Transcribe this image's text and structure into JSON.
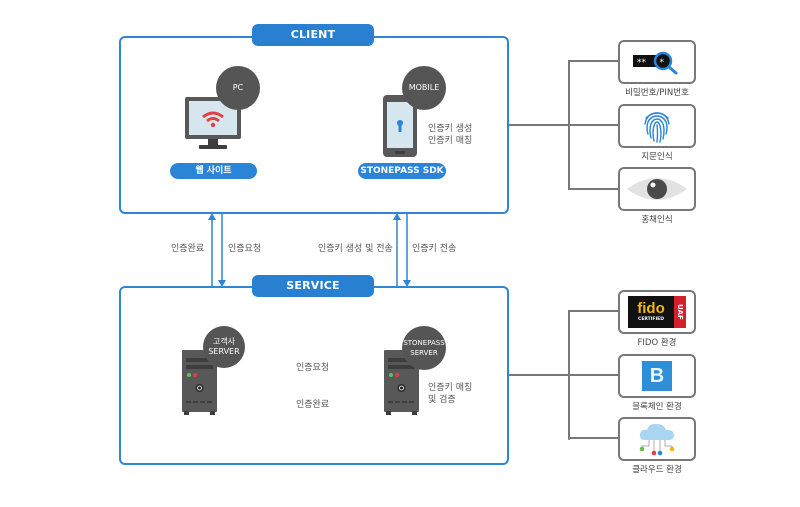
{
  "client": {
    "title": "CLIENT",
    "pc": {
      "badge": "PC",
      "label": "웹 사이트"
    },
    "mobile": {
      "badge": "MOBILE",
      "label": "STONEPASS SDK",
      "note_line1": "인증키 생성",
      "note_line2": "인증키 매칭"
    }
  },
  "flows": {
    "left_up": "인증완료",
    "left_down": "인증요청",
    "right_up": "인증키 생성 및 전송",
    "right_down": "인증키 전송"
  },
  "service_provider": {
    "title": "SERVICE PROVIDER",
    "customer_server": {
      "badge_line1": "고객사",
      "badge_line2": "SERVER"
    },
    "stonepass_server": {
      "badge_line1": "STONEPASS",
      "badge_line2": "SERVER",
      "note_line1": "인증키 매칭",
      "note_line2": "및 검증"
    },
    "request_label": "인증요청",
    "complete_label": "인증완료"
  },
  "auth_methods": [
    {
      "label": "비밀번호/PIN번호",
      "icon": "password-search-icon"
    },
    {
      "label": "지문인식",
      "icon": "fingerprint-icon"
    },
    {
      "label": "홍채인식",
      "icon": "eye-icon"
    }
  ],
  "environments": [
    {
      "label": "FIDO 환경",
      "icon": "fido-uaf-logo",
      "logo_text": "fido",
      "logo_sub": "CERTIFIED",
      "logo_tag": "UAF"
    },
    {
      "label": "블록체인 환경",
      "icon": "blockchain-icon",
      "logo_text": "B"
    },
    {
      "label": "클라우드 환경",
      "icon": "cloud-icon"
    }
  ],
  "colors": {
    "primary": "#2980d0",
    "badge": "#555555",
    "connector": "#77787c"
  }
}
